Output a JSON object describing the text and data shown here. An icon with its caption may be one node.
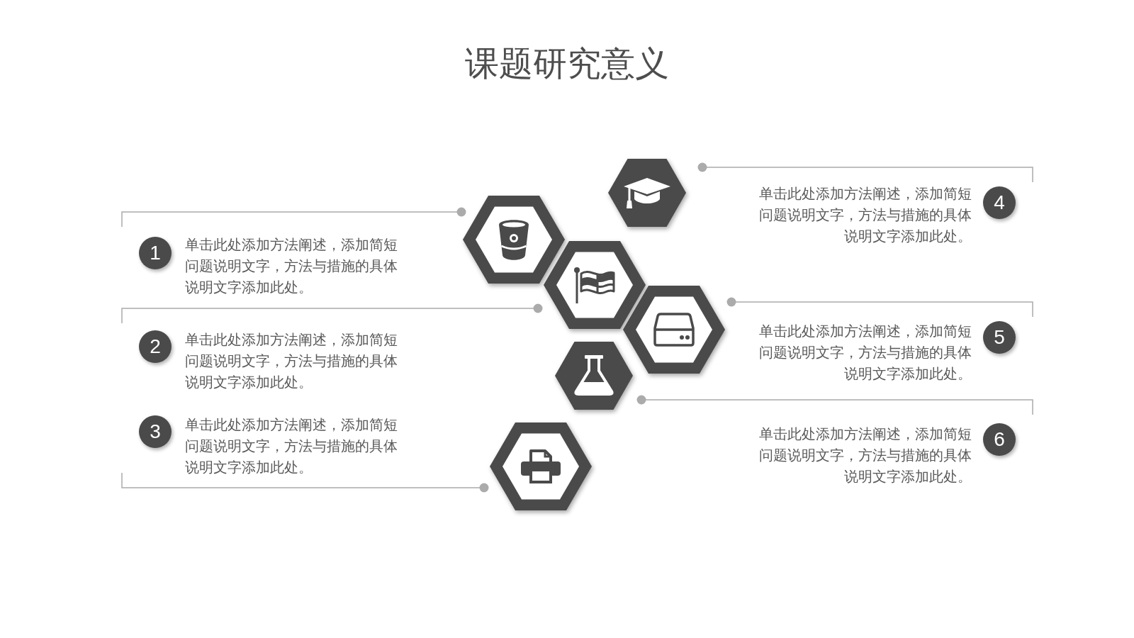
{
  "diagram": {
    "title": "课题研究意义",
    "nodes": [
      {
        "text": [
          "1",
          "单击此处添加方法阐述，添加简短问题说明文字，方法与措施的具体说明文字添加此处。"
        ]
      },
      {
        "text": [
          "2",
          "单击此处添加方法阐述，添加简短问题说明文字，方法与措施的具体说明文字添加此处。"
        ]
      },
      {
        "text": [
          "3",
          "单击此处添加方法阐述，添加简短问题说明文字，方法与措施的具体说明文字添加此处。"
        ]
      },
      {
        "text": [
          "单击此处添加方法阐述，添加简短问题说明文字，方法与措施的具体说明文字添加此处。",
          "4"
        ]
      },
      {
        "text": [
          "单击此处添加方法阐述，添加简短问题说明文字，方法与措施的具体说明文字添加此处。",
          "5"
        ]
      },
      {
        "text": [
          "单击此处添加方法阐述，添加简短问题说明文字，方法与措施的具体说明文字添加此处。",
          "6"
        ]
      },
      {
        "text": [],
        "shape": "hexagon"
      },
      {
        "text": [],
        "shape": "hexagon"
      },
      {
        "text": [],
        "shape": "hexagon"
      },
      {
        "text": [],
        "shape": "hexagon"
      },
      {
        "text": [],
        "shape": "hexagon"
      },
      {
        "text": [],
        "shape": "hexagon"
      }
    ],
    "edges": [
      {
        "from": 0,
        "to": 7,
        "arrow": "other"
      },
      {
        "from": 1,
        "to": 8,
        "arrow": "other"
      },
      {
        "from": 2,
        "to": 11,
        "arrow": "other"
      },
      {
        "from": 3,
        "to": 6,
        "arrow": "other"
      },
      {
        "from": 4,
        "to": 9,
        "arrow": "other"
      },
      {
        "from": 5,
        "to": 10,
        "arrow": "other"
      }
    ]
  }
}
